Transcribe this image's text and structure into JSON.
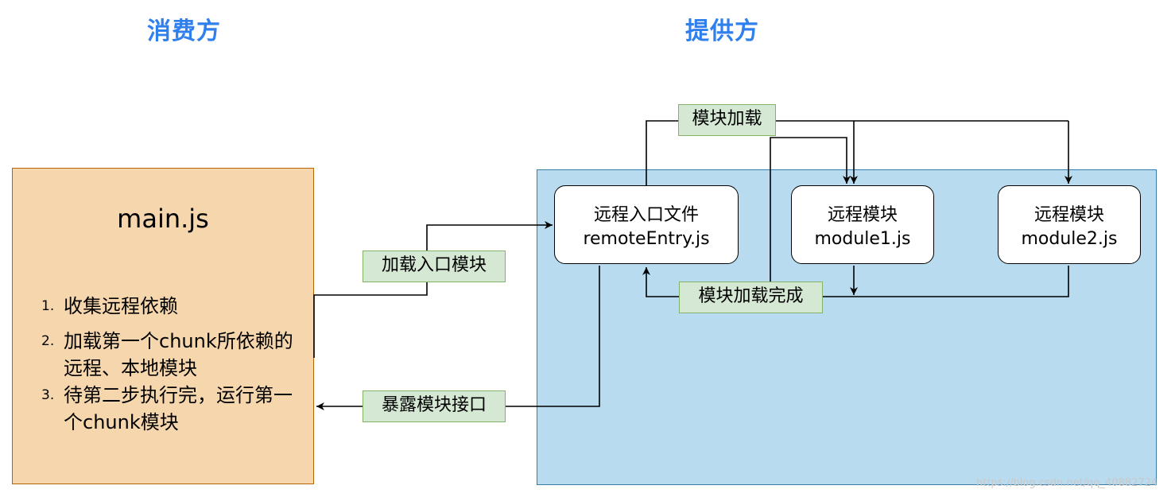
{
  "headings": {
    "consumer": "消费方",
    "provider": "提供方"
  },
  "main_file": {
    "title": "main.js",
    "steps": [
      {
        "num": "1.",
        "text": "收集远程依赖"
      },
      {
        "num": "2.",
        "text": "加载第一个chunk所依赖的远程、本地模块"
      },
      {
        "num": "3.",
        "text": "待第二步执行完，运行第一个chunk模块"
      }
    ]
  },
  "nodes": {
    "entry": {
      "line1": "远程入口文件",
      "line2": "remoteEntry.js"
    },
    "module1": {
      "line1": "远程模块",
      "line2": "module1.js"
    },
    "module2": {
      "line1": "远程模块",
      "line2": "module2.js"
    }
  },
  "edge_labels": {
    "load_entry": "加载入口模块",
    "expose": "暴露模块接口",
    "module_load": "模块加载",
    "module_load_done": "模块加载完成"
  },
  "watermark": "https://blog.csdn.net/qq_40882724",
  "colors": {
    "heading": "#2f80ed",
    "main_fill": "#f5d6ad",
    "main_border": "#b46504",
    "provider_fill": "#b9dbef",
    "provider_border": "#3a7ca8",
    "label_fill": "#d5e8d4",
    "label_border": "#82b366"
  }
}
